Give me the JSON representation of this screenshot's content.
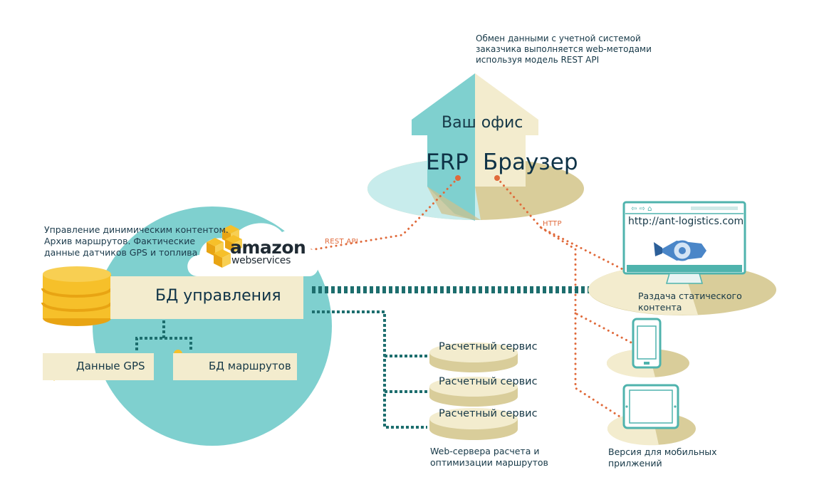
{
  "office": {
    "title": "Ваш офис",
    "erp": "ERP",
    "browser": "Браузер",
    "note_lines": [
      "Обмен данными с учетной системой",
      "заказчика выполняется web-методами",
      "используя модель REST API"
    ]
  },
  "aws": {
    "logo_top": "amazon",
    "logo_bottom": "webservices",
    "note_lines": [
      "Управление динимическим контентом.",
      "Архив маршрутов.  Фактические",
      "данные датчиков GPS и топлива"
    ],
    "db_label": "БД управления",
    "gps_label": "Данные GPS",
    "routes_label": "БД маршрутов"
  },
  "connections": {
    "rest_api": "REST API",
    "http": "HTTP"
  },
  "browser_window": {
    "url": "http://ant-logistics.com"
  },
  "static_content_lines": [
    "Раздача статического",
    "контента"
  ],
  "calc": {
    "services": [
      "Расчетный сервис",
      "Расчетный сервис",
      "Расчетный сервис"
    ],
    "caption_lines": [
      "Web-сервера расчета и",
      "оптимизации маршрутов"
    ]
  },
  "mobile": {
    "caption_lines": [
      "Версия для мобильных",
      "прилжений"
    ]
  },
  "colors": {
    "teal": "#7fd0cf",
    "teal_dark": "#1d6e6e",
    "cream": "#f3ecce",
    "olive": "#d9cd9a",
    "gold": "#f6c02a",
    "orange": "#e06a3b",
    "text": "#163847"
  }
}
